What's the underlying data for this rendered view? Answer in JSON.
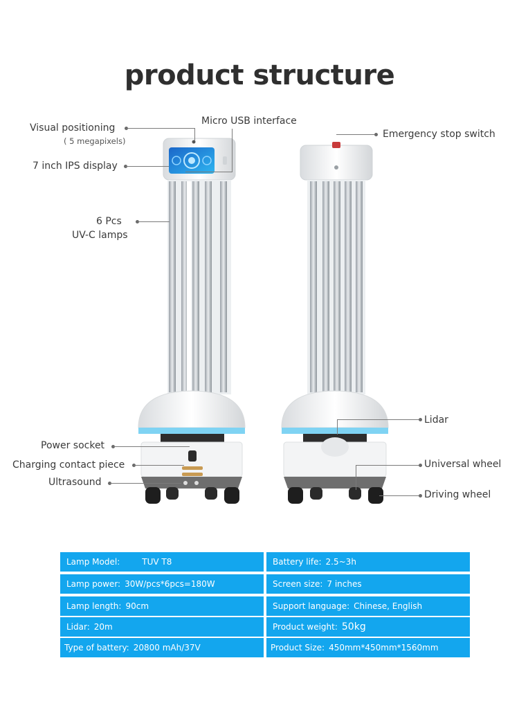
{
  "page": {
    "title": "product structure"
  },
  "labels": {
    "visual_positioning": "Visual positioning",
    "visual_positioning_sub": "( 5 megapixels)",
    "micro_usb": "Micro USB interface",
    "ips_display": "7 inch IPS display",
    "lamps_line1": "6 Pcs",
    "lamps_line2": "UV-C lamps",
    "emergency_stop": "Emergency stop switch",
    "power_socket": "Power socket",
    "charging_contact": "Charging contact piece",
    "ultrasound": "Ultrasound",
    "lidar": "Lidar",
    "universal_wheel": "Universal wheel",
    "driving_wheel": "Driving wheel"
  },
  "specs": {
    "left": [
      {
        "key": "Lamp Model:",
        "value": "TUV T8"
      },
      {
        "key": "Lamp power:",
        "value": "30W/pcs*6pcs=180W"
      },
      {
        "key": "Lamp length:",
        "value": "90cm"
      },
      {
        "key": "Lidar:",
        "value": "20m"
      },
      {
        "key": "Type of battery:",
        "value": "20800 mAh/37V"
      }
    ],
    "right": [
      {
        "key": "Battery life:",
        "value": "2.5~3h"
      },
      {
        "key": "Screen size:",
        "value": "7 inches"
      },
      {
        "key": "Support language:",
        "value": "Chinese, English"
      },
      {
        "key": "Product weight:",
        "value": "50kg"
      },
      {
        "key": "Product Size:",
        "value": "450mm*450mm*1560mm"
      }
    ]
  },
  "colors": {
    "spec_bg": "#13a6ee",
    "accent_ring": "#7fd3f3"
  }
}
